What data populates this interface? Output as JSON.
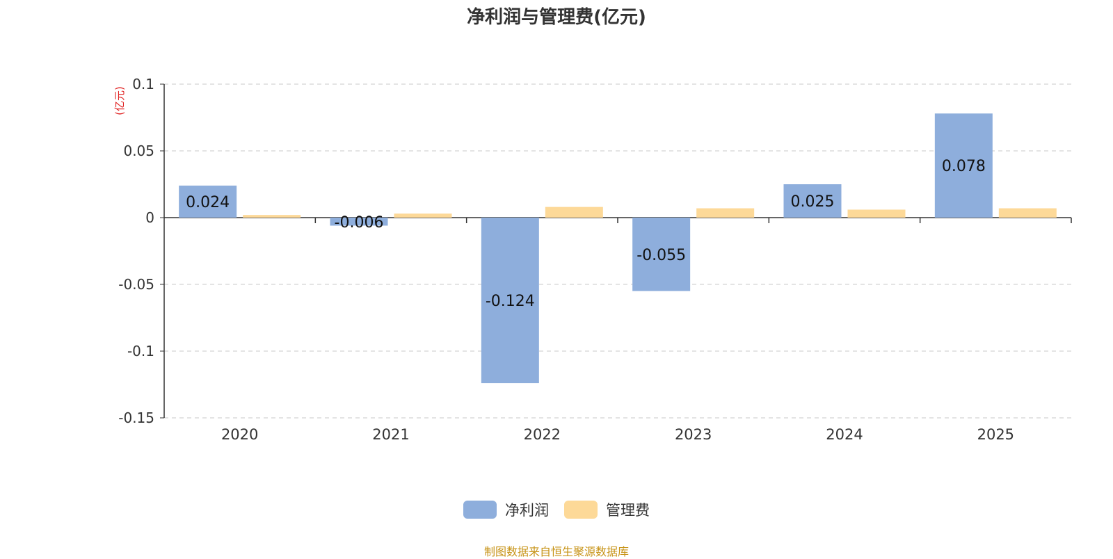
{
  "chart_data": {
    "type": "bar",
    "title": "净利润与管理费(亿元)",
    "unit_label": "(亿元)",
    "categories": [
      "2020",
      "2021",
      "2022",
      "2023",
      "2024",
      "2025"
    ],
    "series": [
      {
        "name": "净利润",
        "values": [
          0.024,
          -0.006,
          -0.124,
          -0.055,
          0.025,
          0.078
        ],
        "color": "#8eaedc",
        "show_labels": true
      },
      {
        "name": "管理费",
        "values": [
          0.002,
          0.003,
          0.008,
          0.007,
          0.006,
          0.007
        ],
        "color": "#fdd998",
        "show_labels": false
      }
    ],
    "ylim": [
      -0.15,
      0.1
    ],
    "yticks": [
      0.1,
      0.05,
      0,
      -0.05,
      -0.1,
      -0.15
    ],
    "ytick_labels": [
      "0.1",
      "0.05",
      "0",
      "-0.05",
      "-0.1",
      "-0.15"
    ],
    "data_labels": [
      "0.024",
      "-0.006",
      "-0.124",
      "-0.055",
      "0.025",
      "0.078"
    ],
    "grid": true,
    "legend_position": "bottom"
  },
  "source_note": "制图数据来自恒生聚源数据库",
  "colors": {
    "unit_label": "#e02020",
    "source_note": "#c79316"
  }
}
